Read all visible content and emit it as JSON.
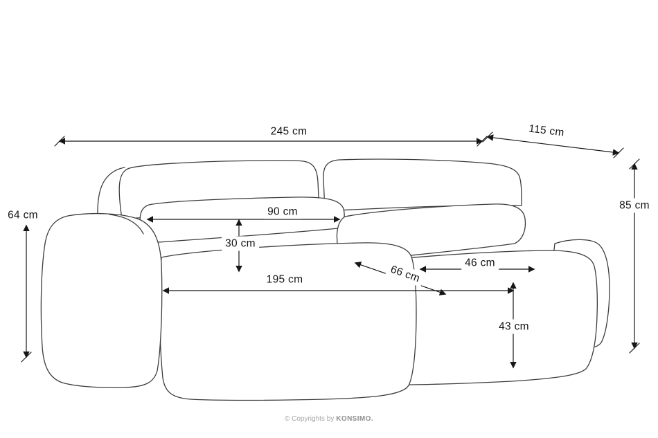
{
  "diagram": {
    "labels": {
      "overall_width": "245 cm",
      "depth": "115 cm",
      "height": "85 cm",
      "arm_height": "64 cm",
      "back_pillow_width": "90 cm",
      "back_pillow_height": "30 cm",
      "seat_width": "195 cm",
      "seat_depth": "66 cm",
      "side_pillow_width": "46 cm",
      "seat_height": "43 cm"
    },
    "footer": {
      "copyright_prefix": "© Copyrights by",
      "brand": "KONSIMO."
    },
    "colors": {
      "dimension_line": "#161616",
      "sofa_line": "#3c3c3c",
      "background": "#ffffff",
      "copyright_text": "#a6a6a6"
    }
  }
}
